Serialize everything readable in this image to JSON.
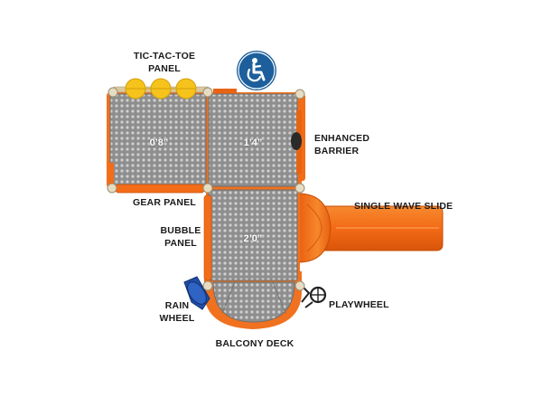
{
  "labels": {
    "tic_tac_toe": [
      "TIC-TAC-TOE",
      "PANEL"
    ],
    "enhanced_barrier": [
      "ENHANCED",
      "BARRIER"
    ],
    "gear_panel": "GEAR PANEL",
    "single_wave_slide": "SINGLE WAVE SLIDE",
    "bubble_panel": [
      "BUBBLE",
      "PANEL"
    ],
    "rain_wheel": [
      "RAIN",
      "WHEEL"
    ],
    "playwheel": "PLAYWHEEL",
    "balcony_deck": "BALCONY DECK"
  },
  "deck_heights": {
    "left_deck": "0’8”",
    "right_deck": "1’4”",
    "lower_deck": "2’0”"
  },
  "icons": [
    "accessibility-icon"
  ],
  "colors": {
    "deck": "#8c8c8c",
    "frame": "#f0711f",
    "roof_tan": "#d9c8a0",
    "tic_tac_toe": "#f5c31c",
    "rain_wheel": "#1f4fa8",
    "accessibility": "#1d5f9c",
    "playwheel": "#222222"
  }
}
